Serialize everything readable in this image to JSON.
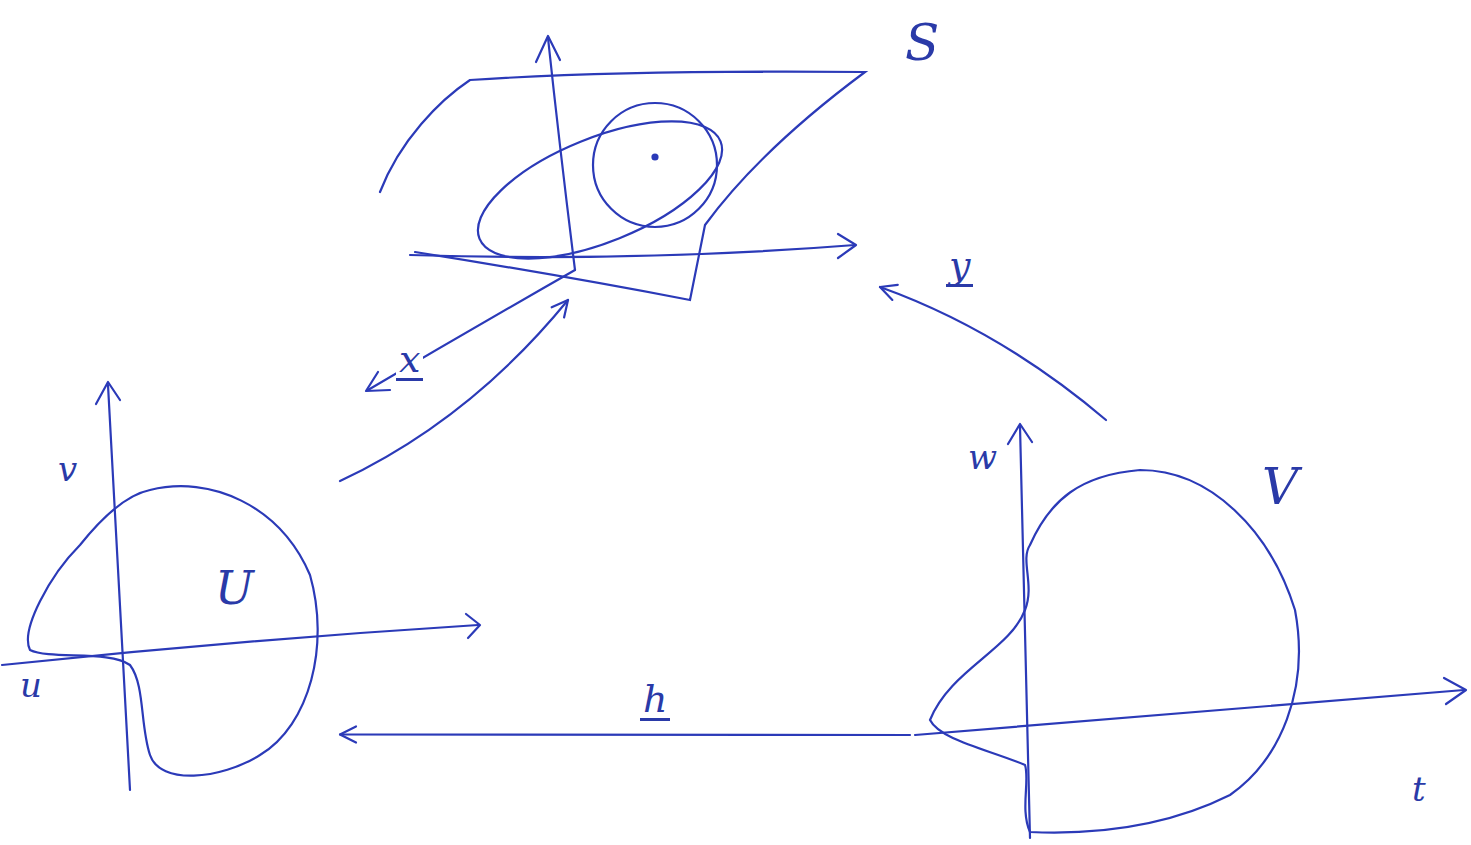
{
  "diagram": {
    "nodes": [
      {
        "text": [
          "S"
        ]
      },
      {
        "text": [
          "U"
        ]
      },
      {
        "text": [
          "V"
        ]
      }
    ],
    "edges": [
      {
        "from": 1,
        "to": 0,
        "label": "x",
        "arrow": "to"
      },
      {
        "from": 2,
        "to": 0,
        "label": "y",
        "arrow": "to"
      },
      {
        "from": 2,
        "to": 1,
        "label": "h",
        "arrow": "to"
      }
    ],
    "labels": [
      "v",
      "u",
      "w",
      "t"
    ]
  }
}
